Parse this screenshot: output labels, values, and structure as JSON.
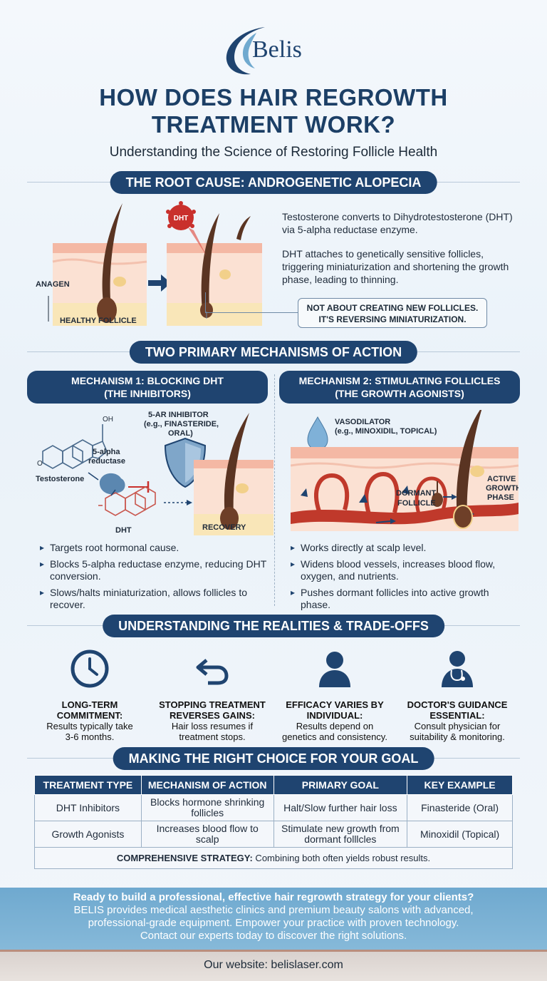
{
  "brand": {
    "name": "Belis"
  },
  "header": {
    "title_line1": "HOW DOES HAIR REGROWTH",
    "title_line2": "TREATMENT WORK?",
    "subtitle": "Understanding the Science of Restoring Follicle Health"
  },
  "root_cause": {
    "heading": "THE ROOT CAUSE: ANDROGENETIC ALOPECIA",
    "label_anagen": "ANAGEN",
    "label_healthy": "HEALTHY FOLLICLE",
    "label_dht": "DHT",
    "para1": "Testosterone converts to Dihydrotestosterone (DHT) via 5-alpha reductase enzyme.",
    "para2": "DHT attaches to genetically sensitive follicles, triggering miniaturization and shortening the growth phase, leading to thinning.",
    "note_line1": "NOT ABOUT CREATING NEW FOLLICLES.",
    "note_line2": "IT'S REVERSING MINIATURIZATION."
  },
  "mechanisms": {
    "heading": "TWO PRIMARY MECHANISMS OF ACTION",
    "m1": {
      "title_line1": "MECHANISM 1: BLOCKING DHT",
      "title_line2": "(THE INHIBITORS)",
      "label_oh": "OH",
      "label_o": "O",
      "label_inhibitor_1": "5-AR INHIBITOR",
      "label_inhibitor_2": "(e.g., FINASTERIDE,",
      "label_inhibitor_3": "ORAL)",
      "label_enzyme_1": "5-alpha",
      "label_enzyme_2": "reductase",
      "label_testosterone": "Testosterone",
      "label_dht": "DHT",
      "label_recovery": "RECOVERY",
      "bullets": [
        "Targets root hormonal cause.",
        "Blocks 5-alpha reductase enzyme, reducing DHT conversion.",
        "Slows/halts miniaturization, allows follicles to recover."
      ]
    },
    "m2": {
      "title_line1": "MECHANISM 2: STIMULATING FOLLICLES",
      "title_line2": "(THE GROWTH AGONISTS)",
      "label_vaso_1": "VASODILATOR",
      "label_vaso_2": "(e.g., MINOXIDIL, TOPICAL)",
      "label_dormant_1": "DORMANT",
      "label_dormant_2": "FOLLICLE",
      "label_active_1": "ACTIVE",
      "label_active_2": "GROWTH",
      "label_active_3": "PHASE",
      "bullets": [
        "Works directly at scalp level.",
        "Widens blood vessels, increases blood flow, oxygen, and nutrients.",
        "Pushes dormant follicles into active growth phase."
      ]
    }
  },
  "realities": {
    "heading": "UNDERSTANDING THE REALITIES & TRADE-OFFS",
    "items": [
      {
        "icon": "clock-icon",
        "h1": "LONG-TERM",
        "h2": "COMMITMENT:",
        "d1": "Results typically take",
        "d2": "3-6 months."
      },
      {
        "icon": "reverse-arrow-icon",
        "h1": "STOPPING TREATMENT",
        "h2": "REVERSES GAINS:",
        "d1": "Hair loss resumes if",
        "d2": "treatment stops."
      },
      {
        "icon": "person-icon",
        "h1": "EFFICACY VARIES BY",
        "h2": "INDIVIDUAL:",
        "d1": "Results depend on",
        "d2": "genetics and consistency."
      },
      {
        "icon": "doctor-icon",
        "h1": "DOCTOR'S GUIDANCE",
        "h2": "ESSENTIAL:",
        "d1": "Consult physician for",
        "d2": "suitability & monitoring."
      }
    ]
  },
  "choice": {
    "heading": "MAKING THE RIGHT CHOICE FOR YOUR GOAL",
    "columns": [
      "TREATMENT TYPE",
      "MECHANISM OF ACTION",
      "PRIMARY GOAL",
      "KEY EXAMPLE"
    ],
    "rows": [
      [
        "DHT Inhibitors",
        "Blocks hormone shrinking follicles",
        "Halt/Slow further hair loss",
        "Finasteride (Oral)"
      ],
      [
        "Growth Agonists",
        "Increases blood flow to scalp",
        "Stimulate new growth from dormant folllcles",
        "Minoxidil (Topical)"
      ]
    ],
    "footer_bold": "COMPREHENSIVE STRATEGY:",
    "footer_text": " Combining both often yields robust results."
  },
  "cta": {
    "question": "Ready to build a professional, effective hair regrowth strategy for your clients?",
    "line2": "BELIS provides medical aesthetic clinics and premium beauty salons with advanced,",
    "line3": "professional-grade equipment. Empower your practice with proven technology.",
    "line4": "Contact our experts today to discover the right solutions."
  },
  "footer": {
    "website": "Our website: belislaser.com"
  },
  "colors": {
    "navy": "#1f4470",
    "accent_blue": "#6fa9cf",
    "skin": "#f6c9b9",
    "hair": "#5a3422",
    "vessel": "#c0392b"
  }
}
